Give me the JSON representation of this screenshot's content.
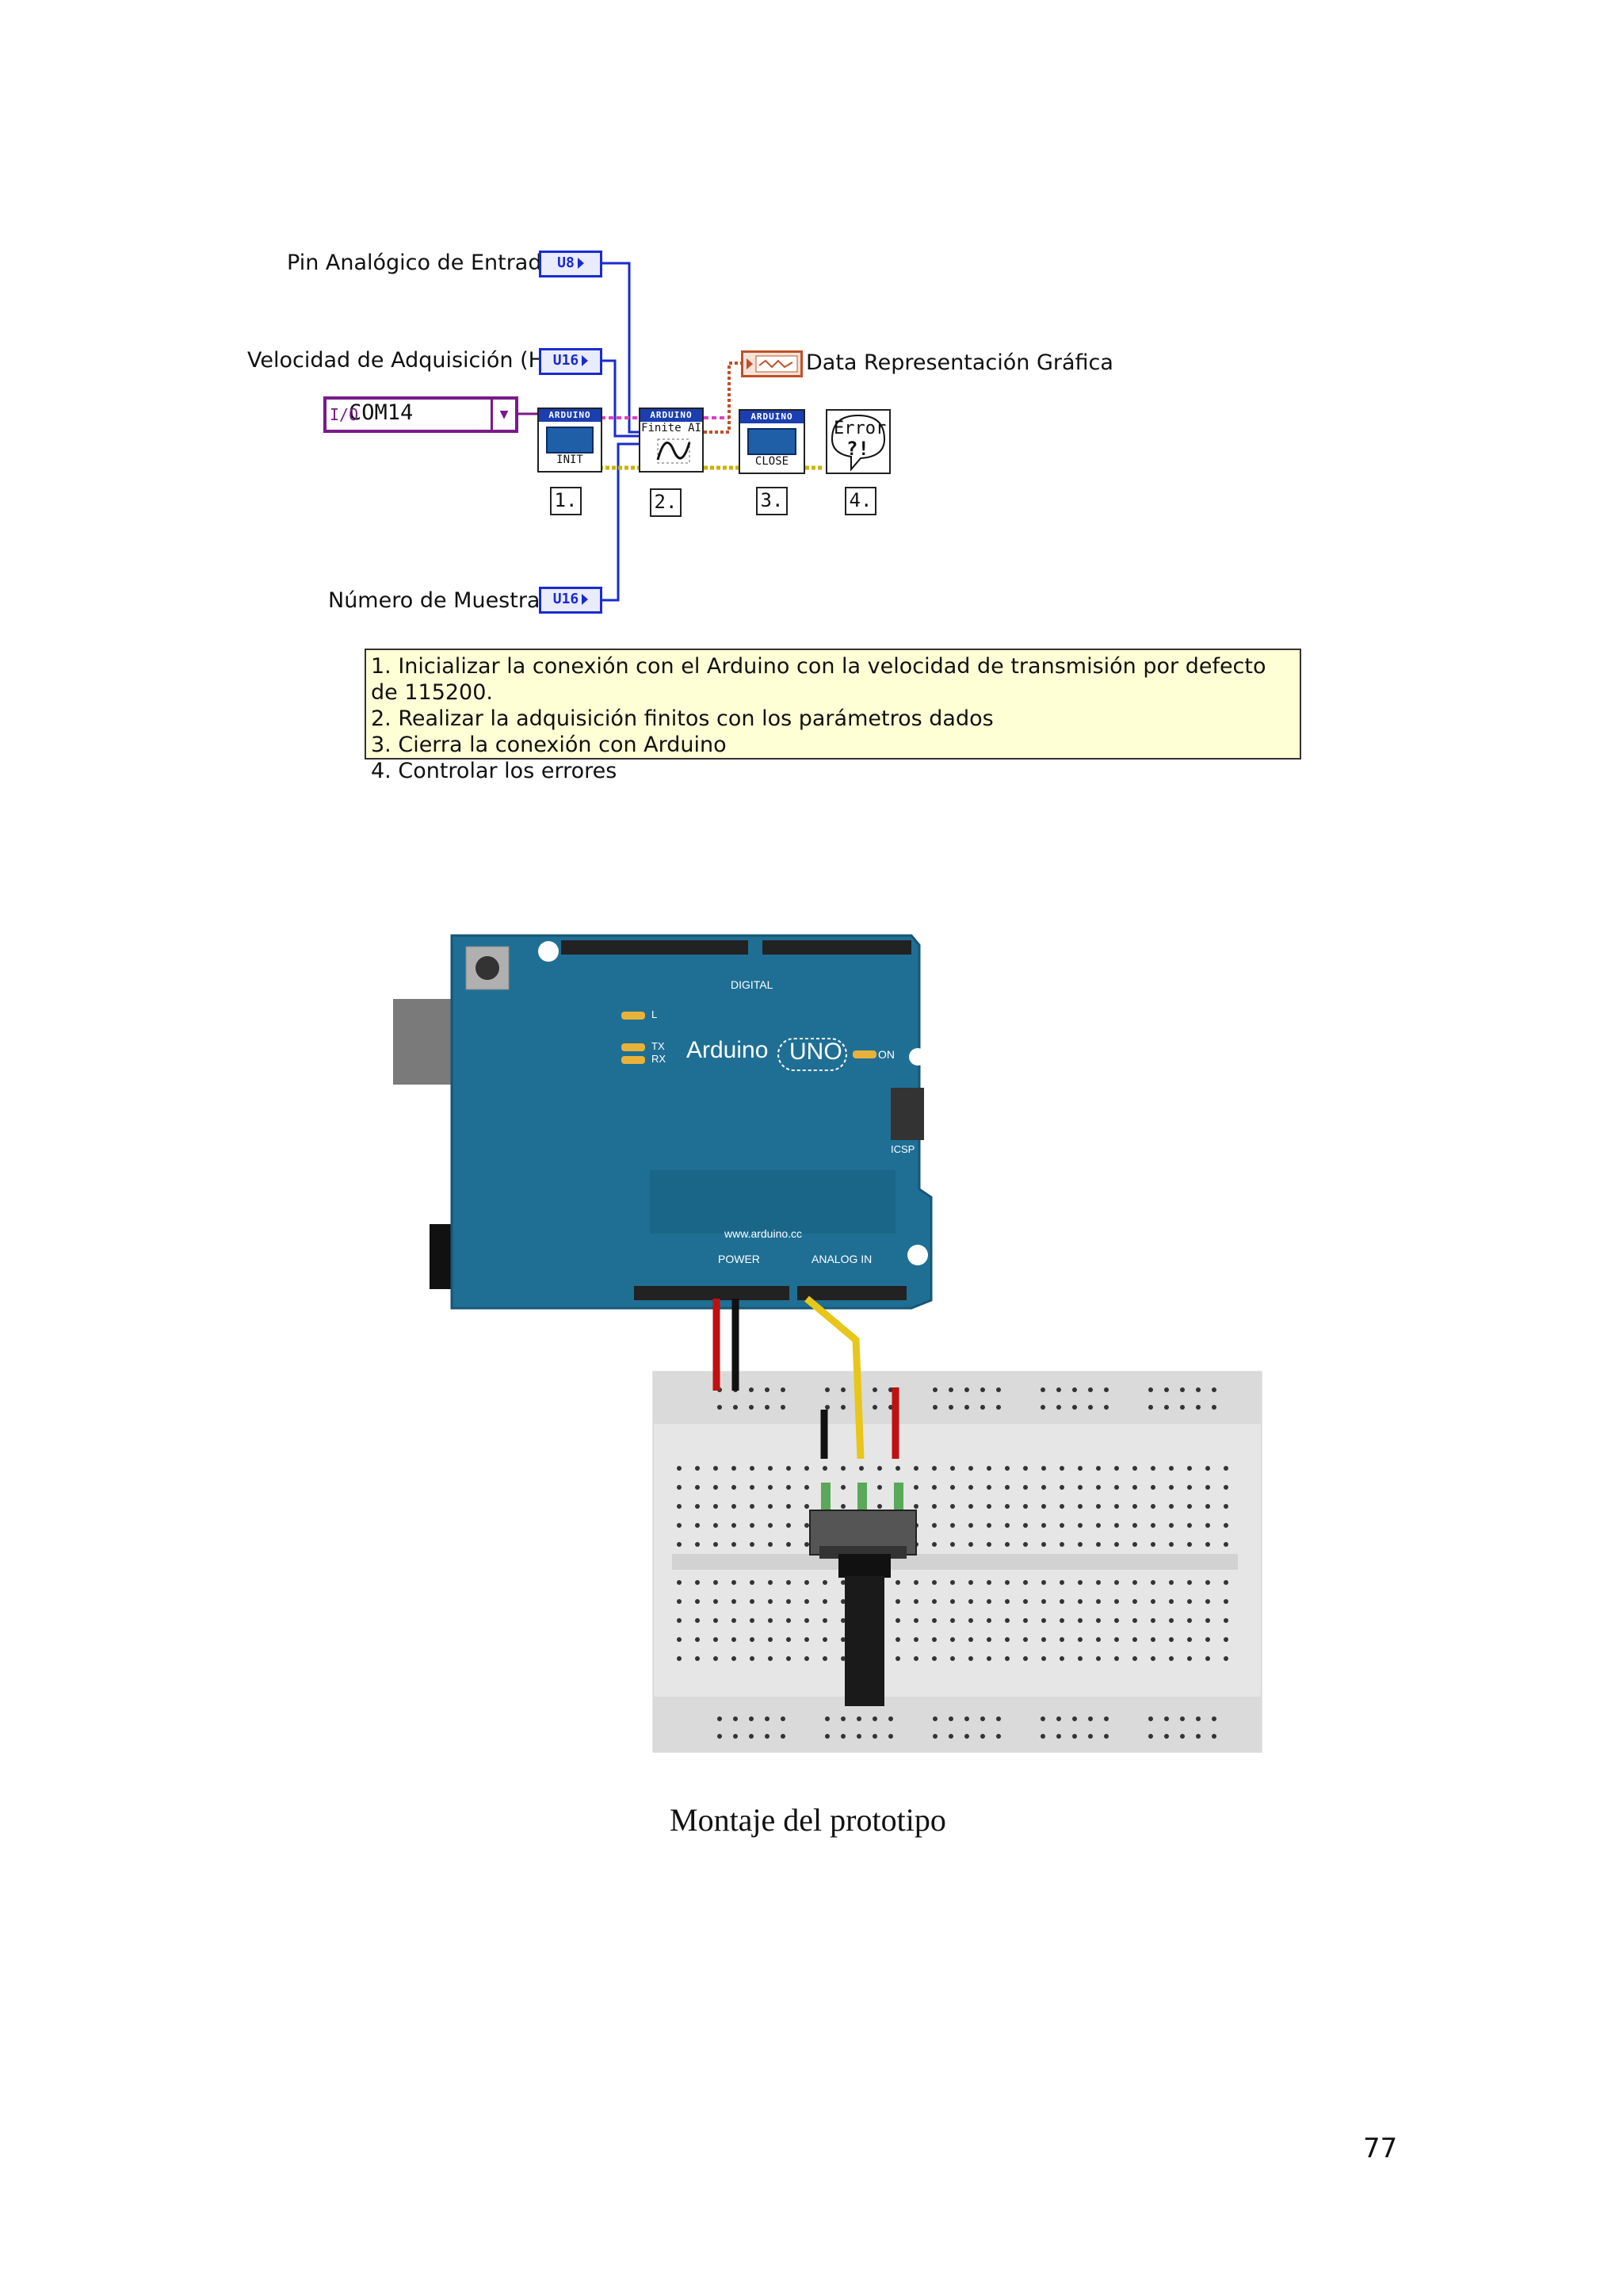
{
  "labview": {
    "pin_label": "Pin Analógico de Entrada",
    "pin_type": "U8",
    "speed_label": "Velocidad de Adquisición (HZ)",
    "speed_type": "U16",
    "visa_value": "COM14",
    "samples_label": "Número de Muestras",
    "samples_type": "U16",
    "graph_label": "Data Representación Gráfica",
    "vi_init": {
      "head": "ARDUINO",
      "foot": "INIT"
    },
    "vi_finite": {
      "head": "ARDUINO",
      "sub": "Finite AI"
    },
    "vi_close": {
      "head": "ARDUINO",
      "foot": "CLOSE"
    },
    "vi_error": {
      "text1": "Error",
      "text2": "?!"
    },
    "steps": [
      "1.",
      "2.",
      "3.",
      "4."
    ],
    "notes": [
      "1. Inicializar la conexión con el Arduino con la velocidad de transmisión por defecto de 115200.",
      "2. Realizar la adquisición finitos con los parámetros dados",
      "3. Cierra la conexión con Arduino",
      "4. Controlar los errores"
    ]
  },
  "board": {
    "brand": "Arduino",
    "model": "UNO",
    "url": "www.arduino.cc",
    "on_label": "ON",
    "digital_label": "DIGITAL",
    "analog_label": "ANALOG IN",
    "power_label": "POWER",
    "icsp_label": "ICSP",
    "tx_label": "TX",
    "rx_label": "RX",
    "l_label": "L"
  },
  "caption": "Montaje del prototipo",
  "page_number": "77"
}
